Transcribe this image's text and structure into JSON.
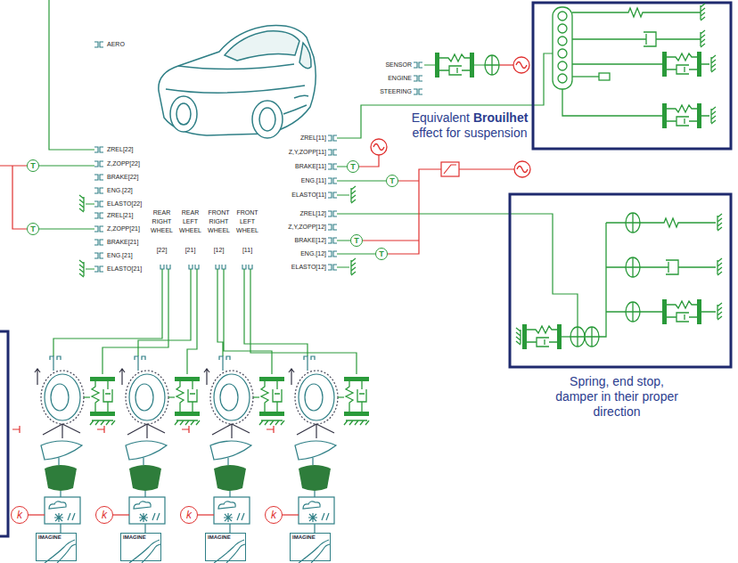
{
  "diagram": {
    "nodes": [
      {
        "text": [
          "T"
        ]
      },
      {
        "text": [
          "T"
        ]
      },
      {
        "text": [
          "T"
        ]
      },
      {
        "text": [
          "T"
        ]
      },
      {
        "text": [
          "T"
        ]
      },
      {
        "text": [
          "T"
        ]
      },
      {
        "text": [
          "k"
        ]
      },
      {
        "text": [
          "k"
        ]
      },
      {
        "text": [
          "k"
        ]
      },
      {
        "text": [
          "k"
        ]
      },
      {
        "text": [
          "IMAGINE"
        ]
      },
      {
        "text": [
          "IMAGINE"
        ]
      },
      {
        "text": [
          "IMAGINE"
        ]
      },
      {
        "text": [
          "IMAGINE"
        ]
      }
    ],
    "labels": [
      "AERO",
      "SENSOR",
      "ENGINE",
      "STEERING",
      "Equivalent Brouilhet effect for suspension",
      "Spring, end stop, damper in their proper direction",
      "ZREL[22]",
      "Z,ZOPP[22]",
      "BRAKE[22]",
      "ENG.[22]",
      "ELASTO[22]",
      "ZREL[21]",
      "Z,ZOPP[21]",
      "BRAKE[21]",
      "ENG.[21]",
      "ELASTO[21]",
      "ZREL[11]",
      "Z,Y,ZOPP[11]",
      "BRAKE[11]",
      "ENG.[11]",
      "ELASTO[11]",
      "ZREL[12]",
      "Z,Y,ZOPP[12]",
      "BRAKE[12]",
      "ENG.[12]",
      "ELASTO[12]",
      "REAR RIGHT WHEEL",
      "REAR LEFT WHEEL",
      "FRONT RIGHT WHEEL",
      "FRONT LEFT WHEEL",
      "[22]",
      "[21]",
      "[12]",
      "[11]"
    ]
  }
}
